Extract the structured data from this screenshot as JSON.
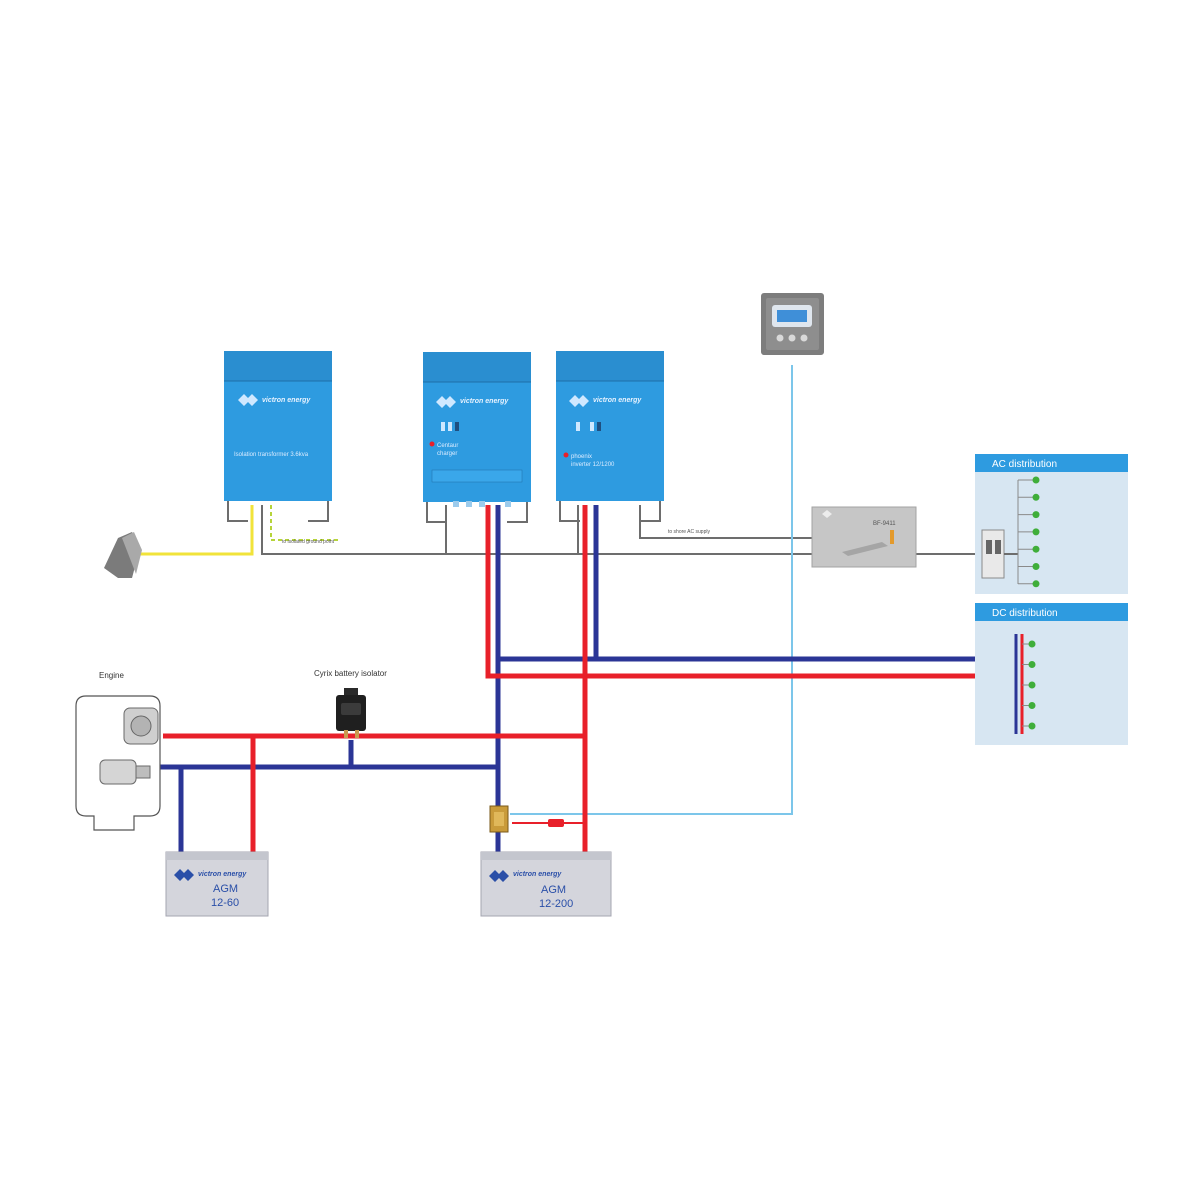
{
  "brand": "victron energy",
  "devices": {
    "isolation_transformer": {
      "brand": "victron energy",
      "model": "Isolation transformer 3.6kva"
    },
    "centaur_charger": {
      "brand": "victron energy",
      "model_line1": "Centaur",
      "model_line2": "charger"
    },
    "phoenix_inverter": {
      "brand": "victron energy",
      "model_line1": "phoenix",
      "model_line2": "inverter 12/1200"
    },
    "battery_monitor": {
      "display": ""
    },
    "filter_box": {
      "model": "BF-9411"
    }
  },
  "cables": {
    "shore_ground_note": "to isolated ground point",
    "inverter_note": "to shore AC supply"
  },
  "panels": {
    "ac": {
      "title": "AC distribution",
      "outputs": 7
    },
    "dc": {
      "title": "DC distribution",
      "outputs": 5
    }
  },
  "engine": {
    "label": "Engine"
  },
  "isolator": {
    "label": "Cyrix battery isolator"
  },
  "batteries": {
    "starter": {
      "brand": "victron energy",
      "line1": "AGM",
      "line2": "12-60"
    },
    "house": {
      "brand": "victron energy",
      "line1": "AGM",
      "line2": "12-200"
    }
  },
  "colors": {
    "device_blue": "#2e9be0",
    "positive": "#e8202a",
    "negative": "#2b3596",
    "ac_grey": "#6d6d6d",
    "shore_yellow": "#f1e33a",
    "data_cyan": "#7cc6ea",
    "panel_bg": "#d7e6f2",
    "panel_header": "#2e9be0",
    "terminal_green": "#3fae3a"
  }
}
